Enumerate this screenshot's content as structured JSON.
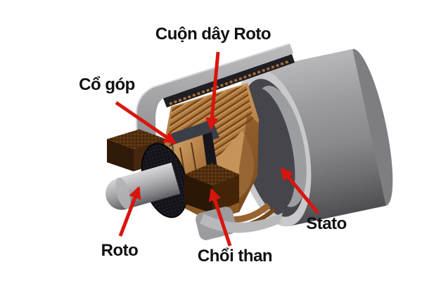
{
  "figure": {
    "background": "#ffffff",
    "labels": {
      "rotor_winding": "Cuộn dây Roto",
      "commutator": "Cổ góp",
      "rotor": "Roto",
      "brush": "Chổi than",
      "stator": "Stato"
    },
    "colors": {
      "arrow_red": "#d9150e",
      "label_text": "#111111",
      "stator_gray": "#8b8b8d",
      "stator_rim_gray": "#c9c9cc",
      "copper": "#b97f45",
      "copper_dark": "#7c4a1c",
      "brush_dark_brown": "#2f1a08",
      "shaft_gray": "#a5a5a8",
      "ring_black": "#16161c"
    }
  }
}
